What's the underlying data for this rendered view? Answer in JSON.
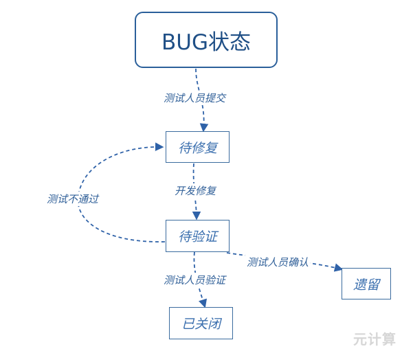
{
  "title": "BUG状态",
  "nodes": {
    "pending_fix": "待修复",
    "pending_verify": "待验证",
    "closed": "已关闭",
    "left_over": "遗留"
  },
  "edges": {
    "tester_submit": "测试人员提交",
    "dev_fix": "开发修复",
    "tester_fail": "测试不通过",
    "tester_verify": "测试人员验证",
    "tester_confirm": "测试人员确认"
  },
  "watermark": "元计算",
  "colors": {
    "line": "#2f62a8",
    "text": "#3b6fae",
    "border": "#3a6b9e"
  }
}
